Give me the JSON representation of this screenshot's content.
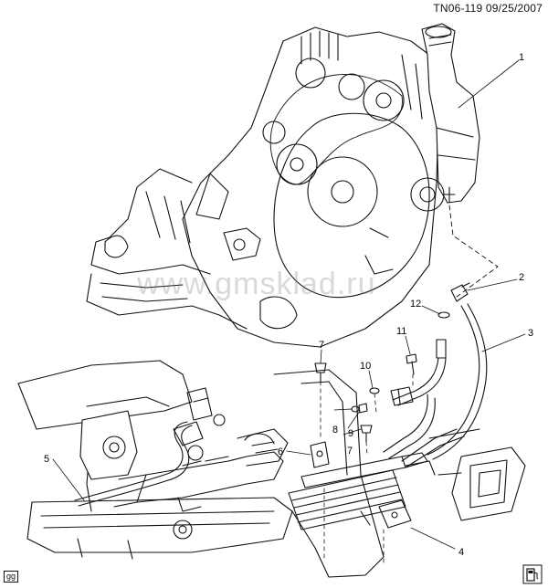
{
  "header": {
    "drawing_id": "TN06-119  09/25/2007"
  },
  "watermark": {
    "text": "www.gmsklad.ru"
  },
  "corner": {
    "code": "gg"
  },
  "callouts": [
    {
      "id": "c1",
      "label": "1"
    },
    {
      "id": "c2",
      "label": "2"
    },
    {
      "id": "c3",
      "label": "3"
    },
    {
      "id": "c4",
      "label": "4"
    },
    {
      "id": "c5",
      "label": "5"
    },
    {
      "id": "c6",
      "label": "6"
    },
    {
      "id": "c7a",
      "label": "7"
    },
    {
      "id": "c7b",
      "label": "7"
    },
    {
      "id": "c8",
      "label": "8"
    },
    {
      "id": "c9",
      "label": "9"
    },
    {
      "id": "c10",
      "label": "10"
    },
    {
      "id": "c11",
      "label": "11"
    },
    {
      "id": "c12",
      "label": "12"
    }
  ]
}
